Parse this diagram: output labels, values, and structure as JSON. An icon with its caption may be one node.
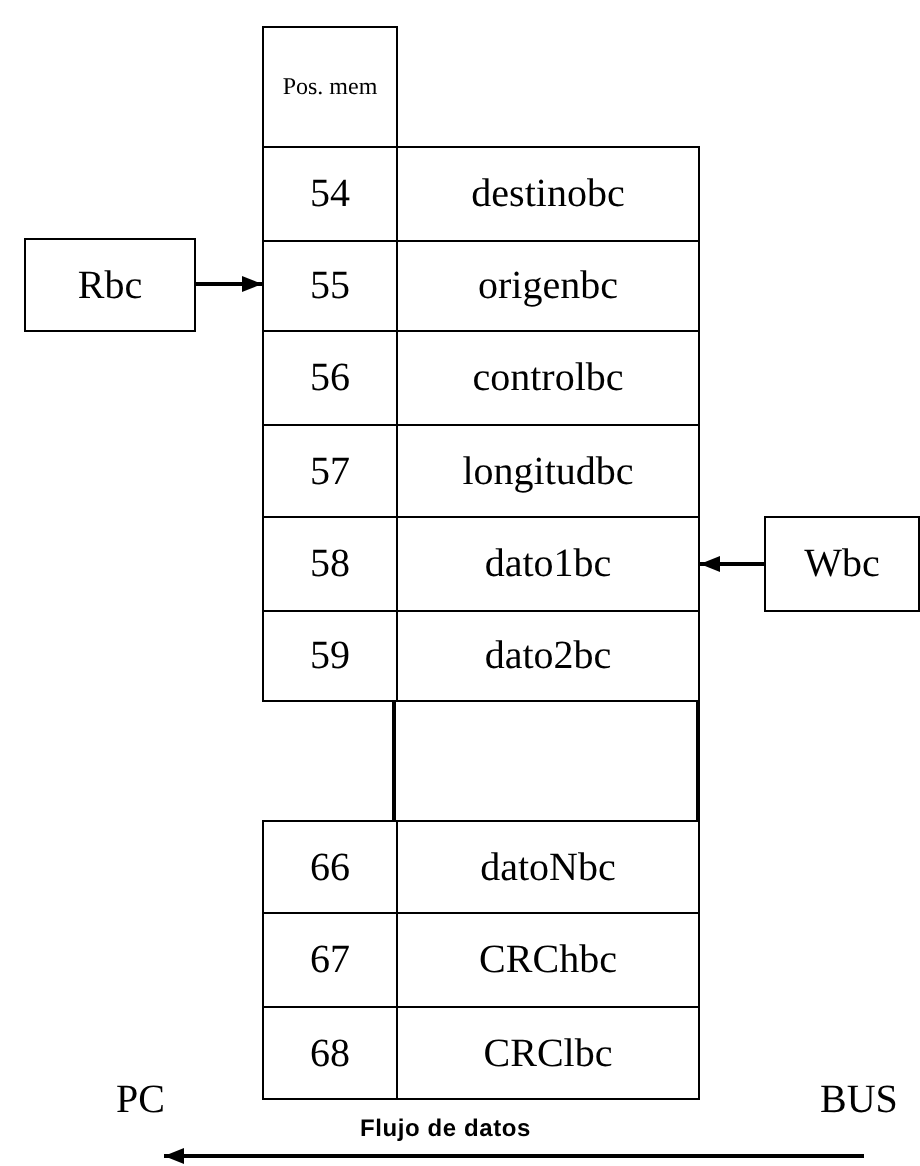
{
  "diagram": {
    "nodes": [
      {
        "text": [
          "Pos. mem"
        ]
      },
      {
        "text": [
          "54"
        ]
      },
      {
        "text": [
          "destinobc"
        ]
      },
      {
        "text": [
          "Rbc"
        ]
      },
      {
        "text": [
          "55"
        ]
      },
      {
        "text": [
          "origenbc"
        ]
      },
      {
        "text": [
          "56"
        ]
      },
      {
        "text": [
          "controlbc"
        ]
      },
      {
        "text": [
          "57"
        ]
      },
      {
        "text": [
          "longitudbc"
        ]
      },
      {
        "text": [
          "58"
        ]
      },
      {
        "text": [
          "dato1bc"
        ]
      },
      {
        "text": [
          "Wbc"
        ]
      },
      {
        "text": [
          "59"
        ]
      },
      {
        "text": [
          "dato2bc"
        ]
      },
      {
        "text": [],
        "shape": "box"
      },
      {
        "text": [
          "66"
        ]
      },
      {
        "text": [
          "datoNbc"
        ]
      },
      {
        "text": [
          "67"
        ]
      },
      {
        "text": [
          "CRChbc"
        ]
      },
      {
        "text": [
          "68"
        ]
      },
      {
        "text": [
          "CRClbc"
        ]
      }
    ],
    "edges": [
      {
        "from": 3,
        "to": 4,
        "arrow": "to"
      },
      {
        "from": 12,
        "to": 11,
        "arrow": "to"
      }
    ],
    "labels": [
      "PC",
      "BUS",
      "Flujo de datos"
    ]
  }
}
